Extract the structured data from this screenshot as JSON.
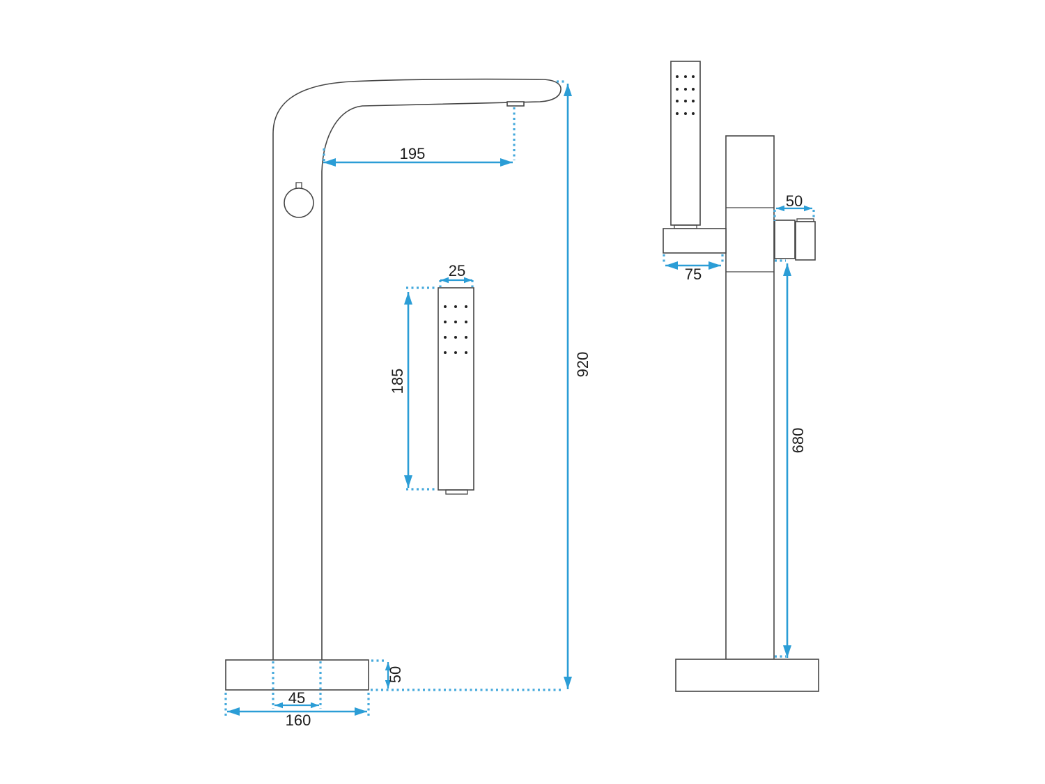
{
  "colors": {
    "dimension_line": "#2B9DD6",
    "extension_dotted": "#45A9DC",
    "outline": "#454545",
    "label_text": "#1C1C1C",
    "background": "#FFFFFF"
  },
  "views": {
    "front": {
      "dimensions": {
        "spout_reach_mm": "195",
        "hand_shower_width_mm": "25",
        "hand_shower_length_mm": "185",
        "overall_height_mm": "920",
        "base_thickness_mm": "50",
        "column_width_mm": "45",
        "base_width_mm": "160"
      }
    },
    "side": {
      "dimensions": {
        "spout_projection_mm": "50",
        "shower_holder_depth_mm": "75",
        "spout_height_mm": "680"
      }
    }
  }
}
